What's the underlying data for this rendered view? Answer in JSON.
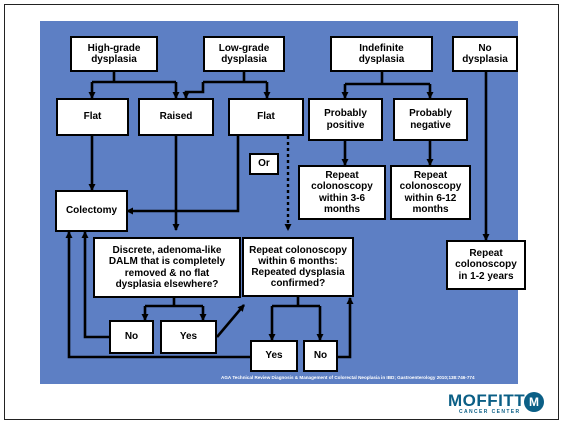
{
  "nodes": {
    "high_grade": "High-grade\ndysplasia",
    "low_grade": "Low-grade\ndysplasia",
    "indefinite": "Indefinite\ndysplasia",
    "no_dysplasia": "No\ndysplasia",
    "flat_left": "Flat",
    "raised": "Raised",
    "flat_right": "Flat",
    "probably_positive": "Probably\npositive",
    "probably_negative": "Probably\nnegative",
    "or": "Or",
    "colectomy": "Colectomy",
    "repeat_3_6": "Repeat\ncolonoscopy\nwithin 3-6\nmonths",
    "repeat_6_12": "Repeat\ncolonoscopy\nwithin 6-12\nmonths",
    "dalm_question": "Discrete, adenoma-like\nDALM that is completely\nremoved & no flat\ndysplasia elsewhere?",
    "repeat_6_months": "Repeat colonoscopy\nwithin 6 months:\nRepeated dysplasia\nconfirmed?",
    "repeat_1_2_years": "Repeat\ncolonoscopy\nin 1-2 years",
    "no_left": "No",
    "yes_left": "Yes",
    "yes_right": "Yes",
    "no_right": "No"
  },
  "citation": "AGA Technical Review Diagnosis & Management of Colorectal Neoplasia in IBD; Gastroenterology 2010;138:746-774",
  "logo": {
    "word": "MOFFITT",
    "sub": "CANCER CENTER",
    "mark": "M"
  },
  "colors": {
    "panel": "#5d7fc4",
    "logo": "#0b5f86"
  }
}
